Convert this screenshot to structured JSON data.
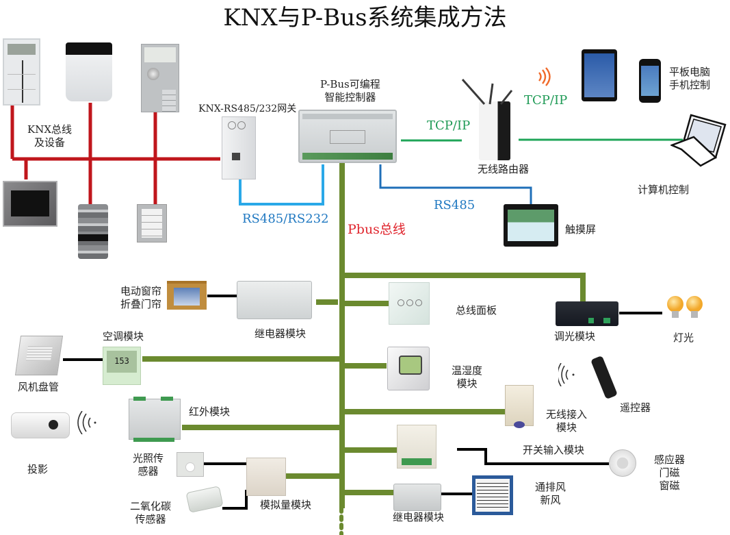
{
  "title": "KNX与P-Bus系统集成方法",
  "colors": {
    "knx_bus": "#c0161c",
    "pbus": "#6b8a2f",
    "rs485_rs232": "#2aa8e8",
    "rs485": "#1f6fb8",
    "tcpip": "#1fa558",
    "wire": "#000000",
    "pbus_label": "#e0262e"
  },
  "labels": {
    "knx_bus": "KNX总线\n及设备",
    "knx_gateway": "KNX-RS485/232网关",
    "controller": "P-Bus可编程\n智能控制器",
    "rs485_rs232": "RS485/RS232",
    "pbus": "Pbus总线",
    "tcpip_1": "TCP/IP",
    "tcpip_2": "TCP/IP",
    "router": "无线路由器",
    "tablet_phone": "平板电脑\n手机控制",
    "computer": "计算机控制",
    "rs485": "RS485",
    "touchscreen": "触摸屏",
    "curtain": "电动窗帘\n折叠门帘",
    "relay_module_1": "继电器模块",
    "bus_panel": "总线面板",
    "dimmer_module": "调光模块",
    "light": "灯光",
    "ac_module": "空调模块",
    "fan_coil": "风机盘管",
    "temp_humidity": "温湿度\n模块",
    "remote": "遥控器",
    "wireless_module": "无线接入\n模块",
    "ir_module": "红外模块",
    "projector": "投影",
    "light_sensor": "光照传\n感器",
    "co2_sensor": "二氧化碳\n传感器",
    "analog_module": "模拟量模块",
    "switch_input": "开关输入模块",
    "sensor_door_window": "感应器\n门磁\n窗磁",
    "ventilation": "通排风\n新风",
    "relay_module_2": "继电器模块"
  },
  "device_text": {
    "ac_display": "153"
  }
}
